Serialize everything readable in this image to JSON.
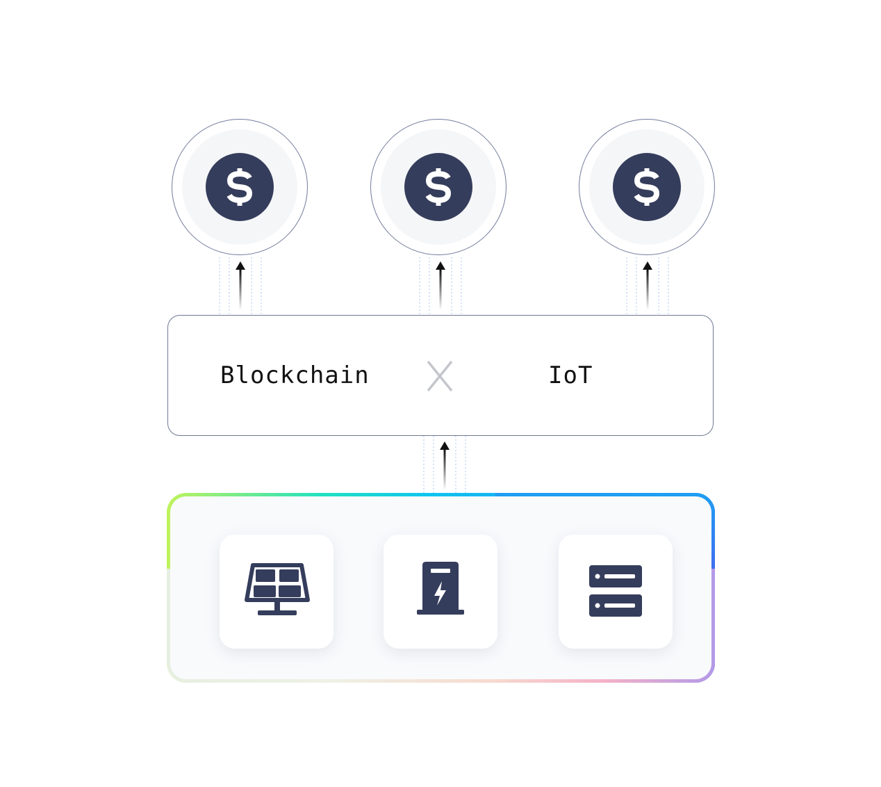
{
  "coins": [
    {
      "icon": "dollar-icon"
    },
    {
      "icon": "dollar-icon"
    },
    {
      "icon": "dollar-icon"
    }
  ],
  "tech": {
    "left": "Blockchain",
    "separator": "X",
    "right": "IoT"
  },
  "devices": [
    {
      "icon": "solar-panel-icon"
    },
    {
      "icon": "charging-station-icon"
    },
    {
      "icon": "server-icon"
    }
  ],
  "colors": {
    "dark": "#353d5c",
    "outline": "#727a9c",
    "separator": "#c4c6cc",
    "gradient_start": "#c0f35b",
    "gradient_end": "#b399e8"
  }
}
